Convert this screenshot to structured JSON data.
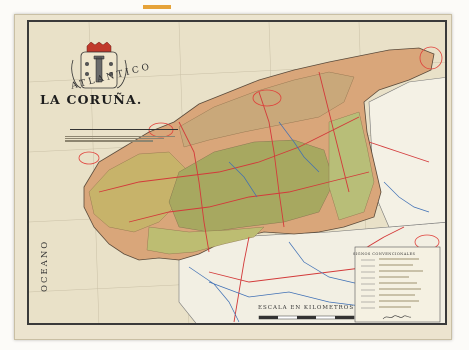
{
  "map": {
    "title": "LA CORUÑA.",
    "sea_labels": {
      "ocean": "OCEANO",
      "atlantic": "ATLANTICO"
    },
    "scale_caption": "ESCALA EN KILOMETROS",
    "legend_title": "SIGNOS CONVENCIONALES",
    "icons": [
      "coat-of-arms",
      "crown",
      "tower-emblem",
      "signature-flourish"
    ],
    "colors": {
      "sea": "#e9e1c8",
      "land_green": "#b8be78",
      "land_olive": "#9a9a55",
      "land_pink": "#e6b58a",
      "land_red": "#d98a74",
      "roads": "#d33a3a",
      "rivers": "#3e6fb5",
      "frame": "#3a3a3a"
    }
  }
}
